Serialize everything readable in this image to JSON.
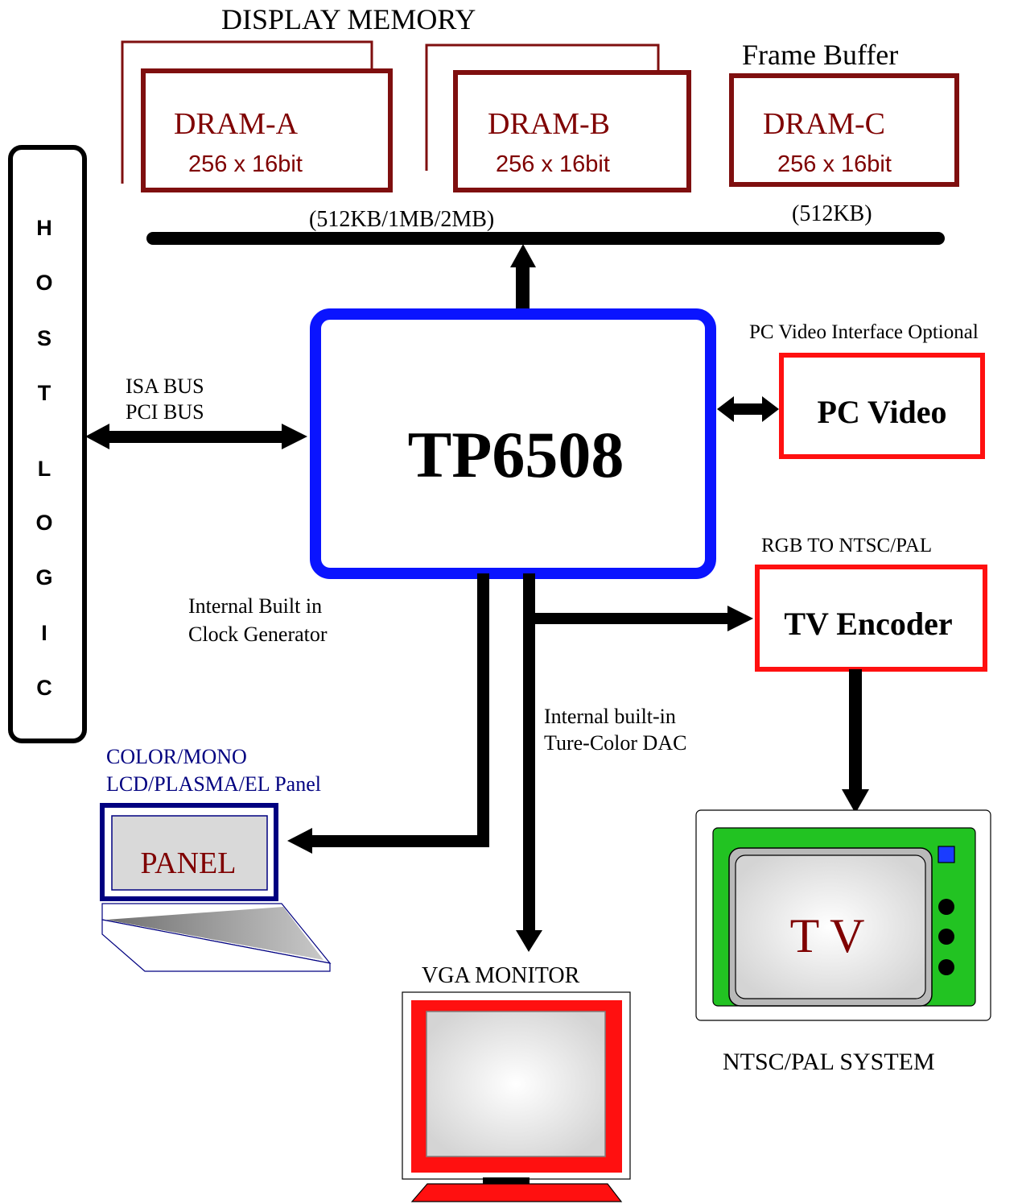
{
  "memory": {
    "title": "DISPLAY  MEMORY",
    "frame_buffer_title": "Frame Buffer",
    "dram_a": {
      "name": "DRAM-A",
      "size": "256 x 16bit"
    },
    "dram_b": {
      "name": "DRAM-B",
      "size": "256 x 16bit"
    },
    "dram_c": {
      "name": "DRAM-C",
      "size": "256 x 16bit"
    },
    "display_memory_size": "(512KB/1MB/2MB)",
    "frame_buffer_size": "(512KB)"
  },
  "host": {
    "letters": [
      "H",
      "O",
      "S",
      "T",
      "L",
      "O",
      "G",
      "I",
      "C"
    ]
  },
  "bus": {
    "line1": "ISA BUS",
    "line2": "PCI  BUS"
  },
  "chip": {
    "name": "TP6508"
  },
  "pc_video": {
    "caption": "PC Video Interface Optional",
    "label": "PC Video"
  },
  "tv_encoder": {
    "caption": "RGB TO NTSC/PAL",
    "label": "TV Encoder"
  },
  "clock": {
    "line1": "Internal Built in",
    "line2": "Clock Generator"
  },
  "dac": {
    "line1": "Internal built-in",
    "line2": "Ture-Color DAC"
  },
  "panel": {
    "caption_line1": "COLOR/MONO",
    "caption_line2": "LCD/PLASMA/EL Panel",
    "label": "PANEL"
  },
  "vga": {
    "caption": "VGA MONITOR"
  },
  "tv": {
    "label": "T V",
    "caption": "NTSC/PAL  SYSTEM"
  },
  "colors": {
    "dram_border": "#7f0f0f",
    "dram_text": "#7f0000",
    "chip_border": "#0a14ff",
    "red_border": "#ff1010",
    "panel_text": "#000080",
    "tv_body": "#22c322"
  }
}
